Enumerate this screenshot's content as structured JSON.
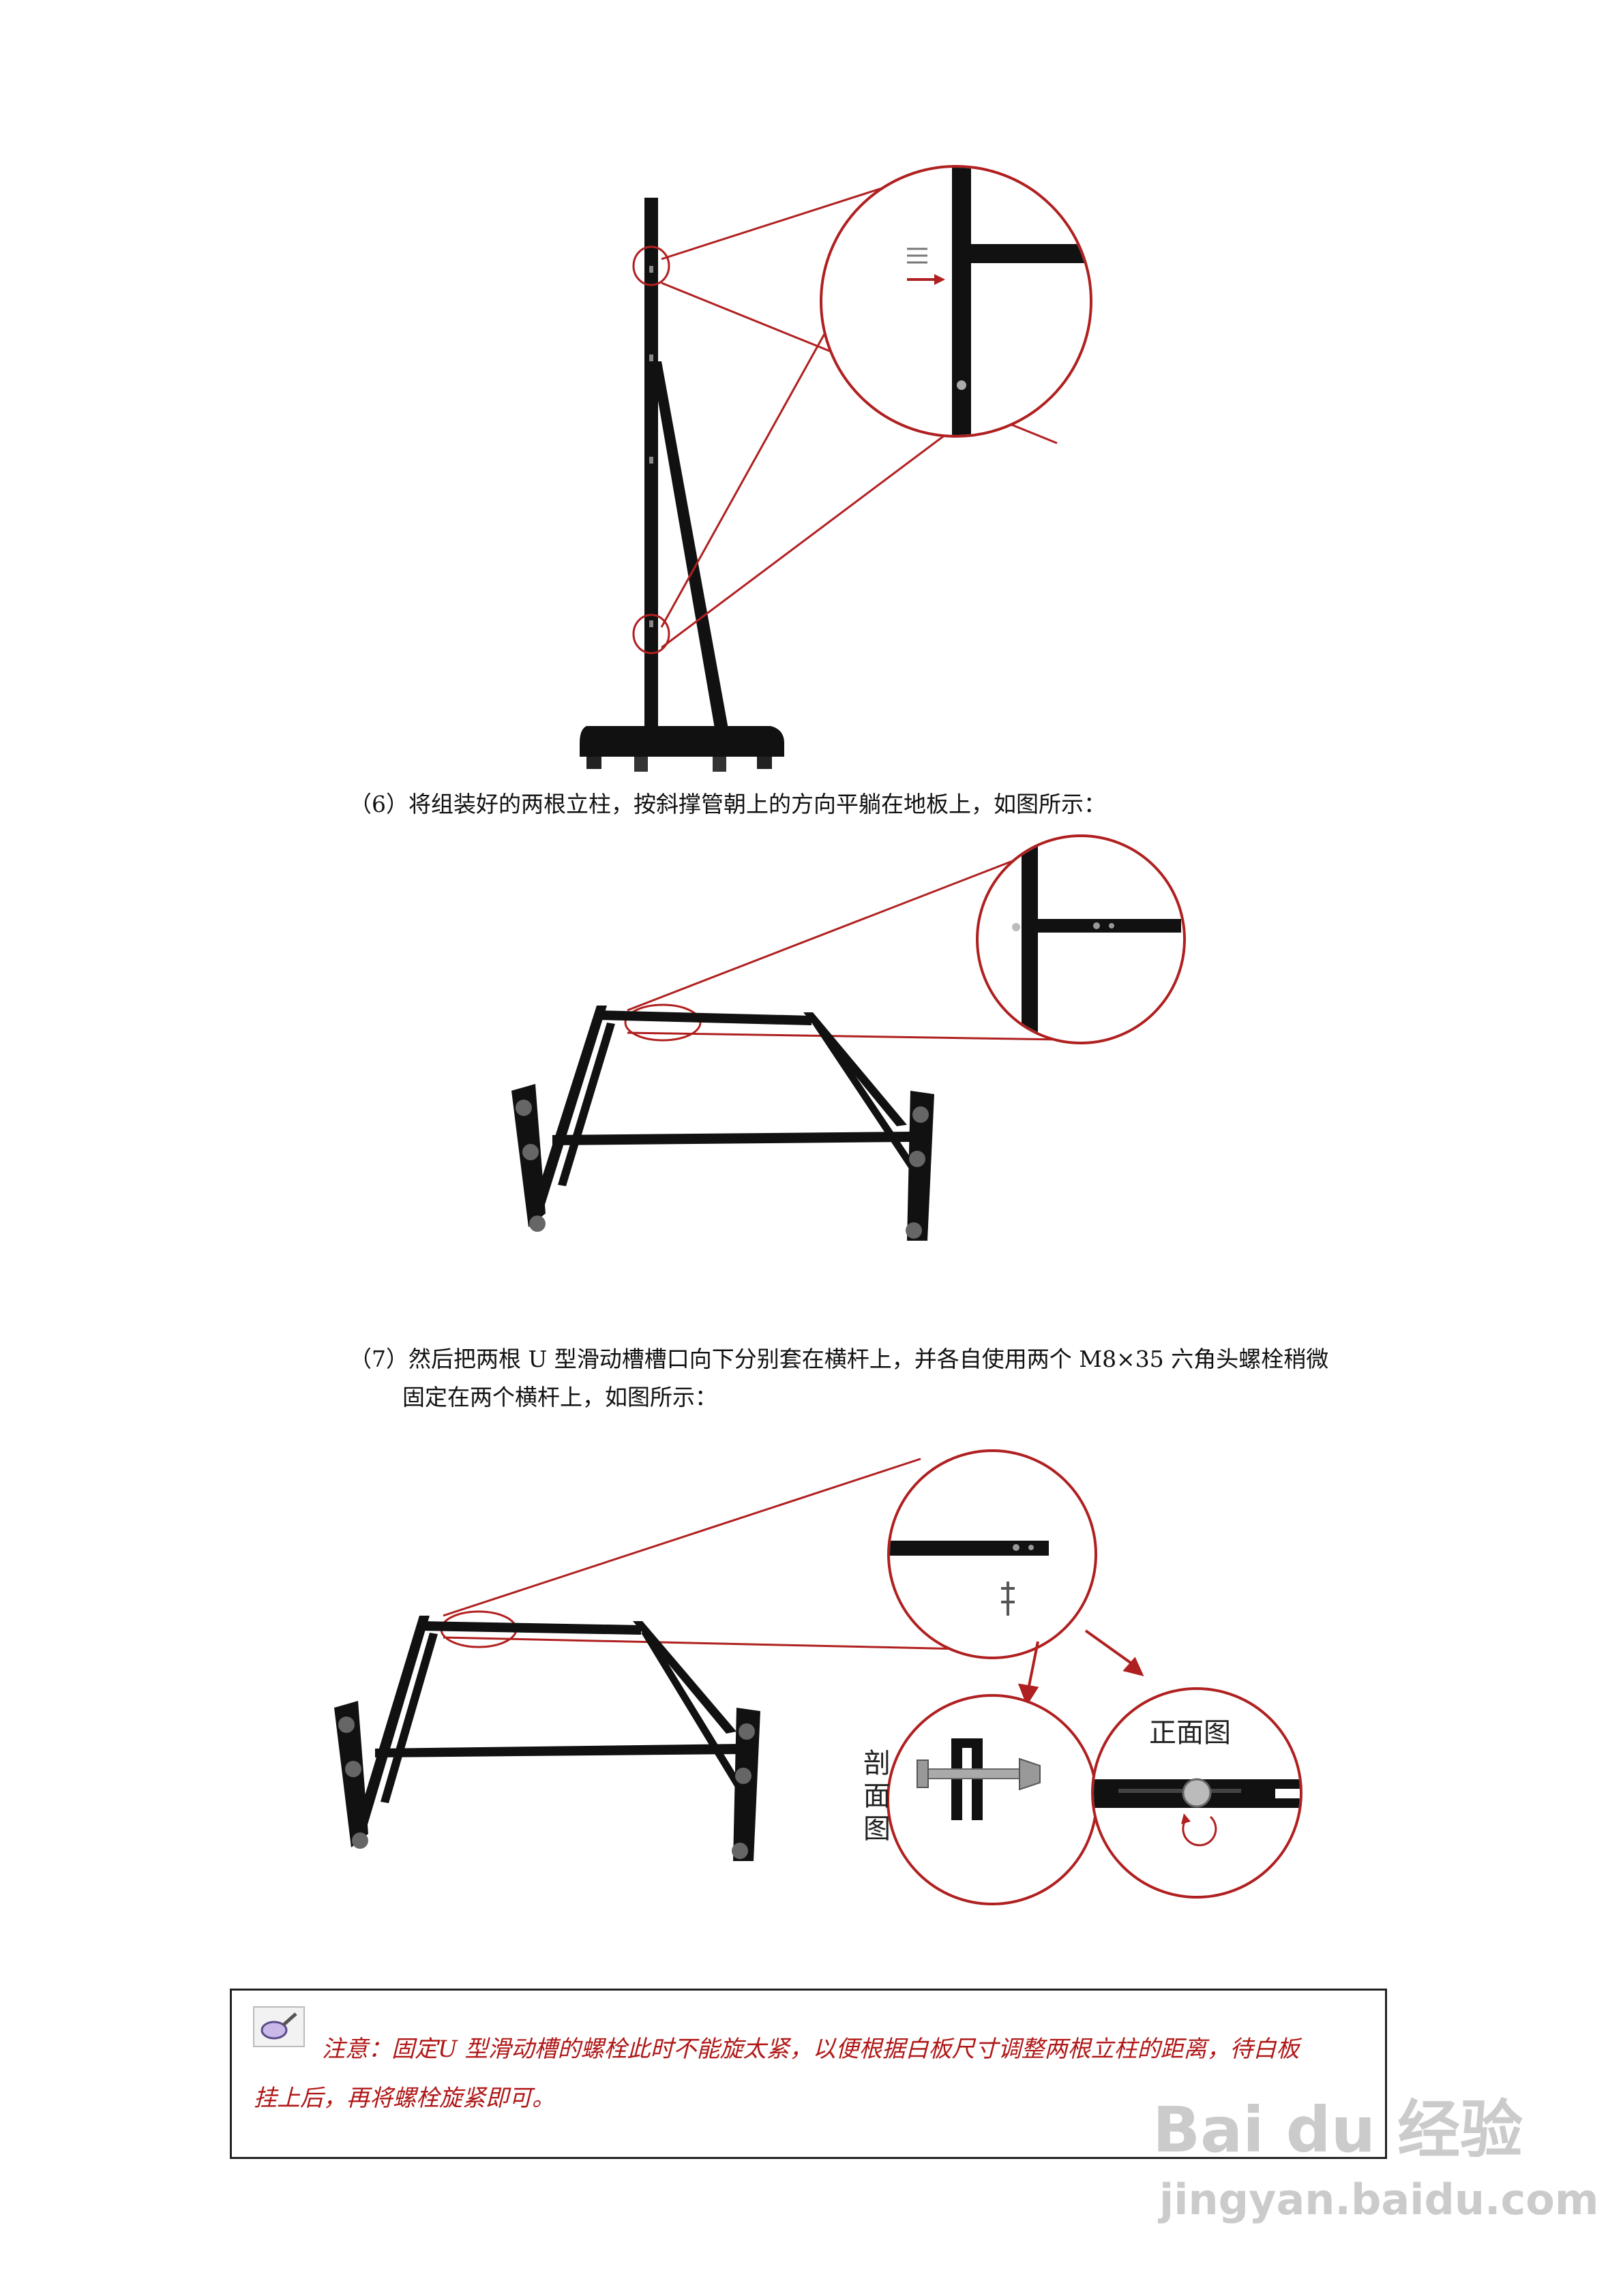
{
  "step6": {
    "caption": "（6）将组装好的两根立柱，按斜撑管朝上的方向平躺在地板上，如图所示："
  },
  "step7": {
    "caption_line1": "（7）然后把两根 U 型滑动槽槽口向下分别套在横杆上，并各自使用两个 M8×35 六角头螺栓稍微",
    "caption_line2": "固定在两个横杆上，如图所示：",
    "label_section": "剖面图",
    "label_front": "正面图"
  },
  "note": {
    "line1": "注意：固定U 型滑动槽的螺栓此时不能旋太紧，以便根据白板尺寸调整两根立柱的距离，待白板",
    "line2": "挂上后，再将螺栓旋紧即可。"
  },
  "watermark": {
    "brand": "Bai du 经验",
    "url": "jingyan.baidu.com"
  },
  "colors": {
    "callout_red": "#b02020",
    "frame_black": "#111111",
    "note_text": "#b01818"
  }
}
